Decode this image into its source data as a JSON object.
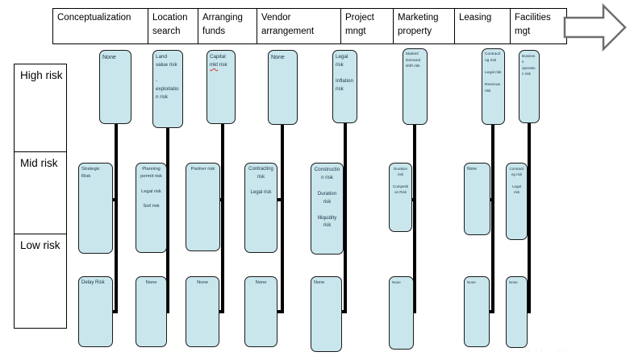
{
  "header": {
    "columns": [
      "Conceptualization",
      "Location search",
      "Arranging funds",
      "Vendor arrangement",
      "Project mngt",
      "Marketing property",
      "Leasing",
      "Facilities mgt"
    ]
  },
  "row_labels": [
    "High risk",
    "Mid risk",
    "Low risk"
  ],
  "columns": [
    {
      "name": "Conceptualization",
      "high": "None",
      "mid": "Strategic Risk",
      "low": "Delay Risk"
    },
    {
      "name": "Location search",
      "high": "Land value risk\n\n-\nexploitation risk",
      "mid": "Planning permit risk\n\nLegal risk\n\nSoil risk",
      "low": "None"
    },
    {
      "name": "Arranging funds",
      "high_parts": {
        "prefix": "Capital\n",
        "misspelled": "mkt",
        "suffix": " risk"
      },
      "mid": "Partner risk",
      "low": "None"
    },
    {
      "name": "Vendor arrangement",
      "high": "None",
      "mid": "Contracting risk\n\nLegal risk",
      "low": "None"
    },
    {
      "name": "Project mngt",
      "high": "Legal risk\n\nInflation risk",
      "mid": "Construction risk\n\nDuration risk\n\nIlliquidity risk",
      "low": "None"
    },
    {
      "name": "Marketing property",
      "high": "Market/\nDemand shift risk",
      "mid": "Duration risk\n\nCompetition Risk",
      "low": "None"
    },
    {
      "name": "Leasing",
      "high": "Contracting risk\n\nLegal risk\n\nRevenue risk",
      "mid": "None",
      "low": "None"
    },
    {
      "name": "Facilities mgt",
      "high": "Business operation risk",
      "mid": "Contracting risk\n\nLegal risk",
      "low": "None"
    }
  ],
  "icons": {
    "flow_arrow": "right-block-arrow"
  },
  "colors": {
    "box_fill": "#c9e6ec",
    "box_border": "#1a1a1a",
    "box_text": "#1c3346",
    "connector": "#000000",
    "spellcheck_underline": "#d83b2f",
    "arrow_outline": "#6e6e6e"
  },
  "footer": {
    "fragment": "· ·· · · ·· · ···"
  }
}
